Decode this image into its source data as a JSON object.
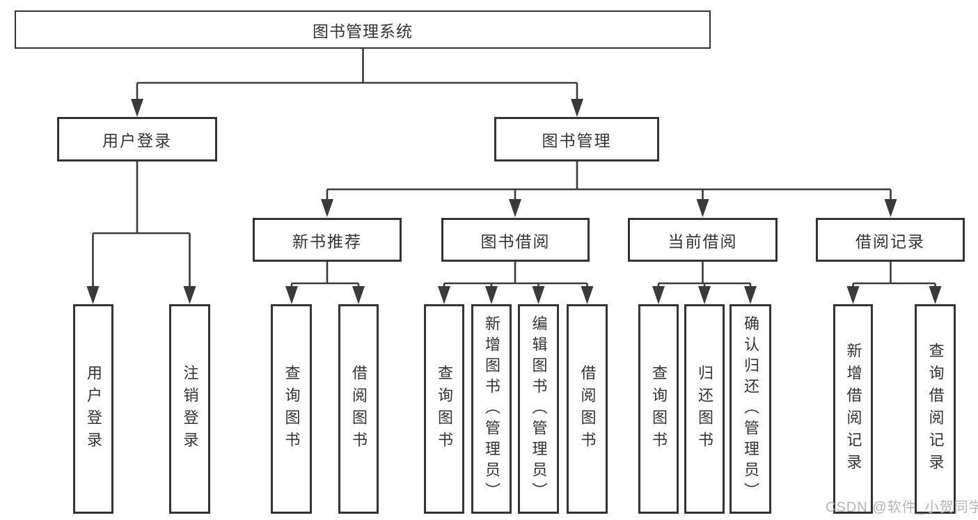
{
  "diagram_title": "图书管理系统",
  "tree": {
    "root": {
      "label": "图书管理系统"
    },
    "level2": [
      {
        "label": "用户登录"
      },
      {
        "label": "图书管理"
      }
    ],
    "level3": [
      {
        "label": "新书推荐",
        "parent": "图书管理"
      },
      {
        "label": "图书借阅",
        "parent": "图书管理"
      },
      {
        "label": "当前借阅",
        "parent": "图书管理"
      },
      {
        "label": "借阅记录",
        "parent": "图书管理"
      }
    ],
    "leaves": [
      {
        "label": "用户登录",
        "parent": "用户登录"
      },
      {
        "label": "注销登录",
        "parent": "用户登录"
      },
      {
        "label": "查询图书",
        "parent": "新书推荐"
      },
      {
        "label": "借阅图书",
        "parent": "新书推荐"
      },
      {
        "label": "查询图书",
        "parent": "图书借阅"
      },
      {
        "label": "新增图书（管理员）",
        "parent": "图书借阅"
      },
      {
        "label": "编辑图书（管理员）",
        "parent": "图书借阅"
      },
      {
        "label": "借阅图书",
        "parent": "图书借阅"
      },
      {
        "label": "查询图书",
        "parent": "当前借阅"
      },
      {
        "label": "归还图书",
        "parent": "当前借阅"
      },
      {
        "label": "确认归还（管理员）",
        "parent": "当前借阅"
      },
      {
        "label": "新增借阅记录",
        "parent": "借阅记录"
      },
      {
        "label": "查询借阅记录",
        "parent": "借阅记录"
      }
    ]
  },
  "watermark": "CSDN @软件_小贺同学",
  "colors": {
    "line": "#3a3a3a",
    "box_border": "#333333",
    "text": "#333333",
    "watermark": "#b5b5b8",
    "background": "#ffffff"
  }
}
